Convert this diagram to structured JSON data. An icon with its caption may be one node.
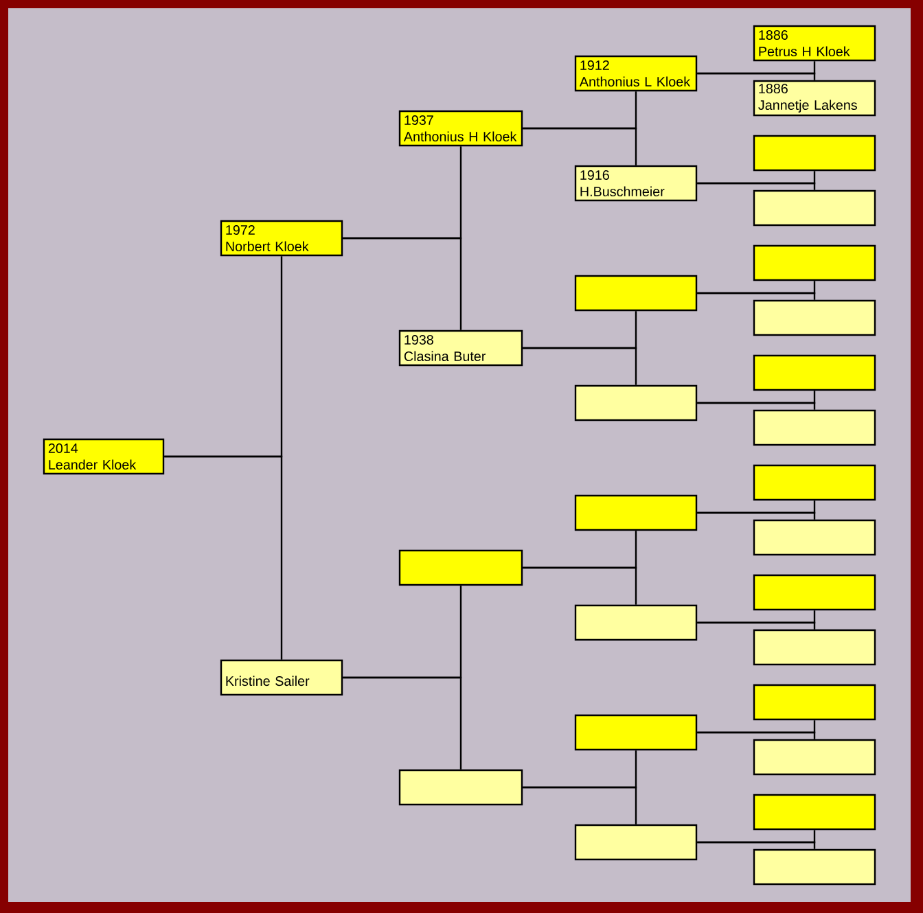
{
  "diagram": {
    "nodes": [
      {
        "text": [
          "2014",
          "Leander Kloek"
        ]
      },
      {
        "text": [
          "1972",
          "Norbert Kloek"
        ]
      },
      {
        "text": [
          "Kristine Sailer"
        ]
      },
      {
        "text": [
          "1937",
          "Anthonius H Kloek"
        ]
      },
      {
        "text": [
          "1938",
          "Clasina Buter"
        ]
      },
      {
        "text": [],
        "shape": "box"
      },
      {
        "text": [],
        "shape": "box"
      },
      {
        "text": [
          "1912",
          "Anthonius L Kloek"
        ]
      },
      {
        "text": [
          "1916",
          "H.Buschmeier"
        ]
      },
      {
        "text": [],
        "shape": "box"
      },
      {
        "text": [],
        "shape": "box"
      },
      {
        "text": [],
        "shape": "box"
      },
      {
        "text": [],
        "shape": "box"
      },
      {
        "text": [],
        "shape": "box"
      },
      {
        "text": [],
        "shape": "box"
      },
      {
        "text": [
          "1886",
          "Petrus H Kloek"
        ]
      },
      {
        "text": [
          "1886",
          "Jannetje Lakens"
        ]
      },
      {
        "text": [],
        "shape": "box"
      },
      {
        "text": [],
        "shape": "box"
      },
      {
        "text": [],
        "shape": "box"
      },
      {
        "text": [],
        "shape": "box"
      },
      {
        "text": [],
        "shape": "box"
      },
      {
        "text": [],
        "shape": "box"
      },
      {
        "text": [],
        "shape": "box"
      },
      {
        "text": [],
        "shape": "box"
      },
      {
        "text": [],
        "shape": "box"
      },
      {
        "text": [],
        "shape": "box"
      },
      {
        "text": [],
        "shape": "box"
      },
      {
        "text": [],
        "shape": "box"
      },
      {
        "text": [],
        "shape": "box"
      },
      {
        "text": [],
        "shape": "box"
      }
    ],
    "edges": [
      {
        "from": 0,
        "to": 1,
        "arrow": "none"
      },
      {
        "from": 0,
        "to": 2,
        "arrow": "none"
      },
      {
        "from": 1,
        "to": 3,
        "arrow": "none"
      },
      {
        "from": 1,
        "to": 4,
        "arrow": "none"
      },
      {
        "from": 2,
        "to": 5,
        "arrow": "none"
      },
      {
        "from": 2,
        "to": 6,
        "arrow": "none"
      },
      {
        "from": 3,
        "to": 7,
        "arrow": "none"
      },
      {
        "from": 3,
        "to": 8,
        "arrow": "none"
      },
      {
        "from": 4,
        "to": 9,
        "arrow": "none"
      },
      {
        "from": 4,
        "to": 10,
        "arrow": "none"
      },
      {
        "from": 5,
        "to": 11,
        "arrow": "none"
      },
      {
        "from": 5,
        "to": 12,
        "arrow": "none"
      },
      {
        "from": 6,
        "to": 13,
        "arrow": "none"
      },
      {
        "from": 6,
        "to": 14,
        "arrow": "none"
      },
      {
        "from": 7,
        "to": 15,
        "arrow": "none"
      },
      {
        "from": 7,
        "to": 16,
        "arrow": "none"
      },
      {
        "from": 8,
        "to": 17,
        "arrow": "none"
      },
      {
        "from": 8,
        "to": 18,
        "arrow": "none"
      },
      {
        "from": 9,
        "to": 19,
        "arrow": "none"
      },
      {
        "from": 9,
        "to": 20,
        "arrow": "none"
      },
      {
        "from": 10,
        "to": 21,
        "arrow": "none"
      },
      {
        "from": 10,
        "to": 22,
        "arrow": "none"
      },
      {
        "from": 11,
        "to": 23,
        "arrow": "none"
      },
      {
        "from": 11,
        "to": 24,
        "arrow": "none"
      },
      {
        "from": 12,
        "to": 25,
        "arrow": "none"
      },
      {
        "from": 12,
        "to": 26,
        "arrow": "none"
      },
      {
        "from": 13,
        "to": 27,
        "arrow": "none"
      },
      {
        "from": 13,
        "to": 28,
        "arrow": "none"
      },
      {
        "from": 14,
        "to": 29,
        "arrow": "none"
      },
      {
        "from": 14,
        "to": 30,
        "arrow": "none"
      }
    ]
  }
}
